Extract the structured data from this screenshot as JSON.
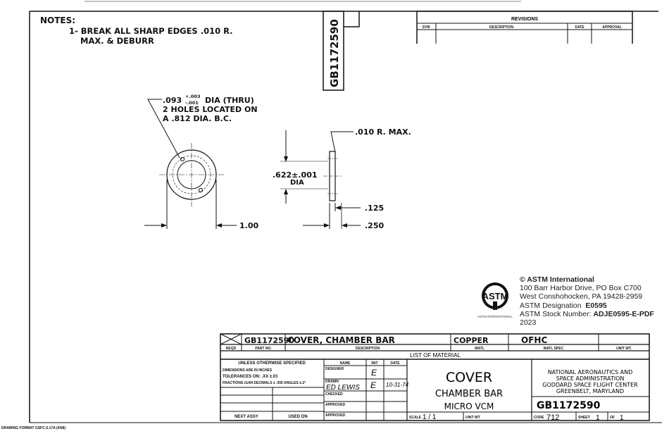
{
  "notes": {
    "title": "NOTES:",
    "line1": "1- BREAK ALL SHARP EDGES .010 R.",
    "line2": "MAX. & DEBURR"
  },
  "drawing_number_vertical": "GB1172590",
  "revisions": {
    "title": "REVISIONS",
    "columns": [
      "SYM",
      "DESCRIPTION",
      "DATE",
      "APPROVAL"
    ]
  },
  "callouts": {
    "hole_line1_base": ".093",
    "hole_tol_plus": "+.003",
    "hole_tol_minus": "-.001",
    "hole_line1_rest": "DIA (THRU)",
    "hole_line2": "2 HOLES LOCATED ON",
    "hole_line3": "A .812 DIA. B.C.",
    "radius": ".010 R. MAX.",
    "diameter_line1": ".622±.001",
    "diameter_line2": "DIA",
    "thickness_inner": ".125",
    "thickness_outer": ".250",
    "width": "1.00"
  },
  "astm": {
    "logo_text": "ASTM INTERNATIONAL",
    "copyright": "© ASTM International",
    "address1": "100 Barr Harbor Drive, PO Box C700",
    "address2": "West Conshohocken, PA  19428-2959",
    "designation_label": "ASTM Designation",
    "designation": "E0595",
    "stock_label": "ASTM Stock Number:",
    "stock": "ADJE0595-E-PDF",
    "year": "2023"
  },
  "material_list": {
    "part_no": "GB1172590",
    "description": "COVER, CHAMBER BAR",
    "matl": "COPPER",
    "matl_spec": "OFHC",
    "headers": [
      "REQD",
      "PART NO.",
      "DESCRIPTION",
      "MATL",
      "MATL SPEC",
      "UNIT WT."
    ],
    "title": "LIST OF MATERIAL"
  },
  "title_block": {
    "unless": "UNLESS OTHERWISE SPECIFIED",
    "dims": "DIMENSIONS ARE IN INCHES",
    "tolerances": "TOLERANCES ON: .XX ±.01",
    "fractions": "FRACTIONS ±1/64  DECIMALS ± .005  ANGLES ±.2°",
    "next_assy": "NEXT ASSY",
    "used_on": "USED ON",
    "name_header": "NAME",
    "init_header": "INIT",
    "date_header": "DATE",
    "designer": "DESIGNER",
    "designer_init": "E",
    "drawn": "DRAWN",
    "drawn_name": "ED LEWIS",
    "drawn_init": "E",
    "drawn_date": "10-31-74",
    "checked": "CHECKED",
    "approved1": "APPROVED",
    "approved2": "APPROVED",
    "title1": "COVER",
    "title2": "CHAMBER BAR",
    "title3": "MICRO VCM",
    "scale_label": "SCALE",
    "scale": "1 / 1",
    "unit_wt_label": "UNIT WT",
    "org1": "NATIONAL AERONAUTICS AND",
    "org2": "SPACE ADMINISTRATION",
    "org3": "GODDARD SPACE FLIGHT CENTER",
    "org4": "GREENBELT, MARYLAND",
    "drawing_no": "GB1172590",
    "code_label": "CODE",
    "code": "712",
    "sheet_label": "SHEET",
    "sheet": "1",
    "of_label": "OF",
    "of": "1"
  },
  "footer": "DRAWING FORMAT GSFC-5.17A (6/68)"
}
